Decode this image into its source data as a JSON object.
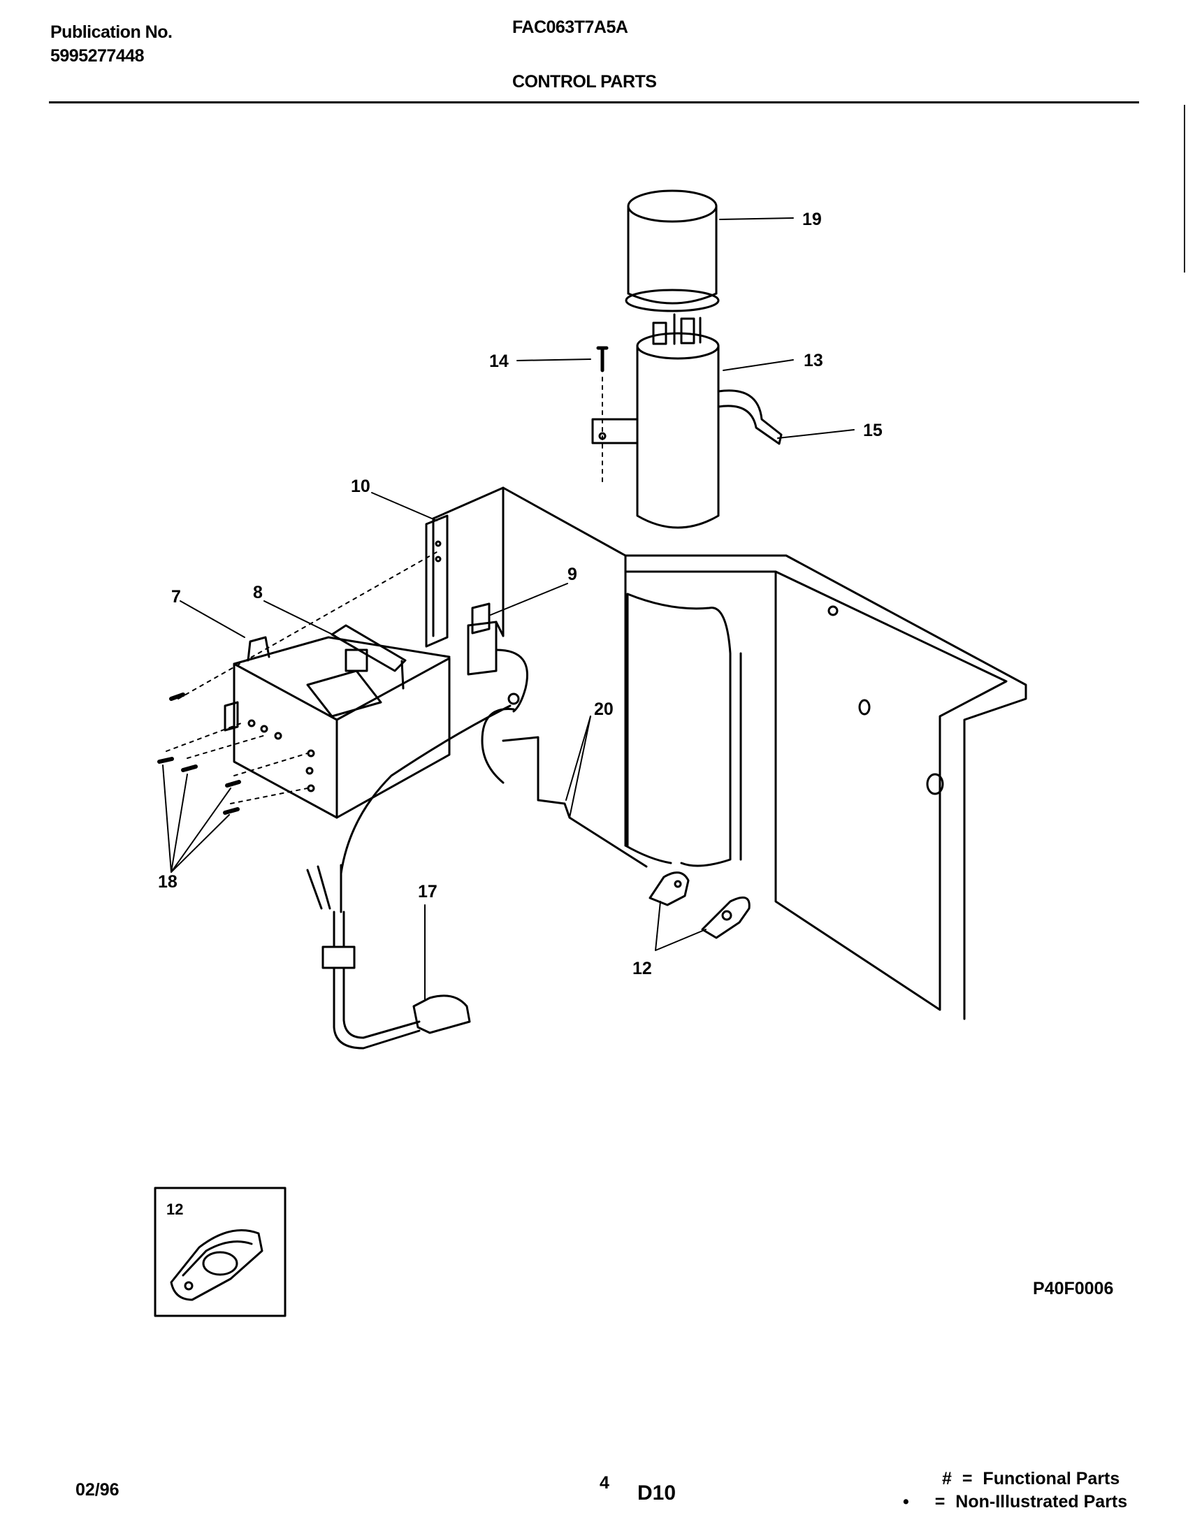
{
  "header": {
    "publication_label": "Publication No.",
    "publication_number": "5995277448",
    "model": "FAC063T7A5A",
    "section_title": "CONTROL PARTS"
  },
  "callouts": {
    "c19": "19",
    "c13": "13",
    "c14": "14",
    "c15": "15",
    "c10": "10",
    "c9": "9",
    "c7": "7",
    "c8": "8",
    "c20": "20",
    "c18": "18",
    "c17": "17",
    "c12": "12",
    "inset12": "12"
  },
  "figure_code": "P40F0006",
  "footer": {
    "date": "02/96",
    "page": "4",
    "code": "D10",
    "legend": [
      {
        "symbol": "#",
        "sep": "=",
        "text": "Functional Parts"
      },
      {
        "symbol": "•",
        "sep": "=",
        "text": "Non-Illustrated Parts"
      }
    ]
  }
}
